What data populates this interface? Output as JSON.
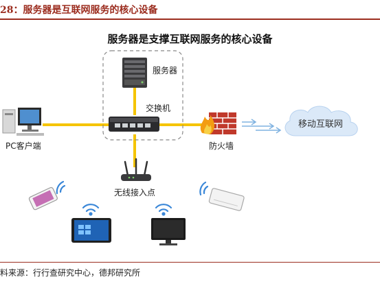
{
  "figure": {
    "title": "28：服务器是互联网服务的核心设备",
    "heading": "服务器是支撑互联网服务的核心设备",
    "source": "料来源：行行查研究中心，德邦研究所"
  },
  "nodes": {
    "server": "服务器",
    "switch": "交换机",
    "pc": "PC客户端",
    "firewall": "防火墙",
    "internet": "移动互联网",
    "ap": "无线接入点"
  },
  "colors": {
    "accent": "#9b2c1e",
    "link": "#f5c400",
    "cloud": "#dbe9f8",
    "wifi": "#3a87d8"
  }
}
